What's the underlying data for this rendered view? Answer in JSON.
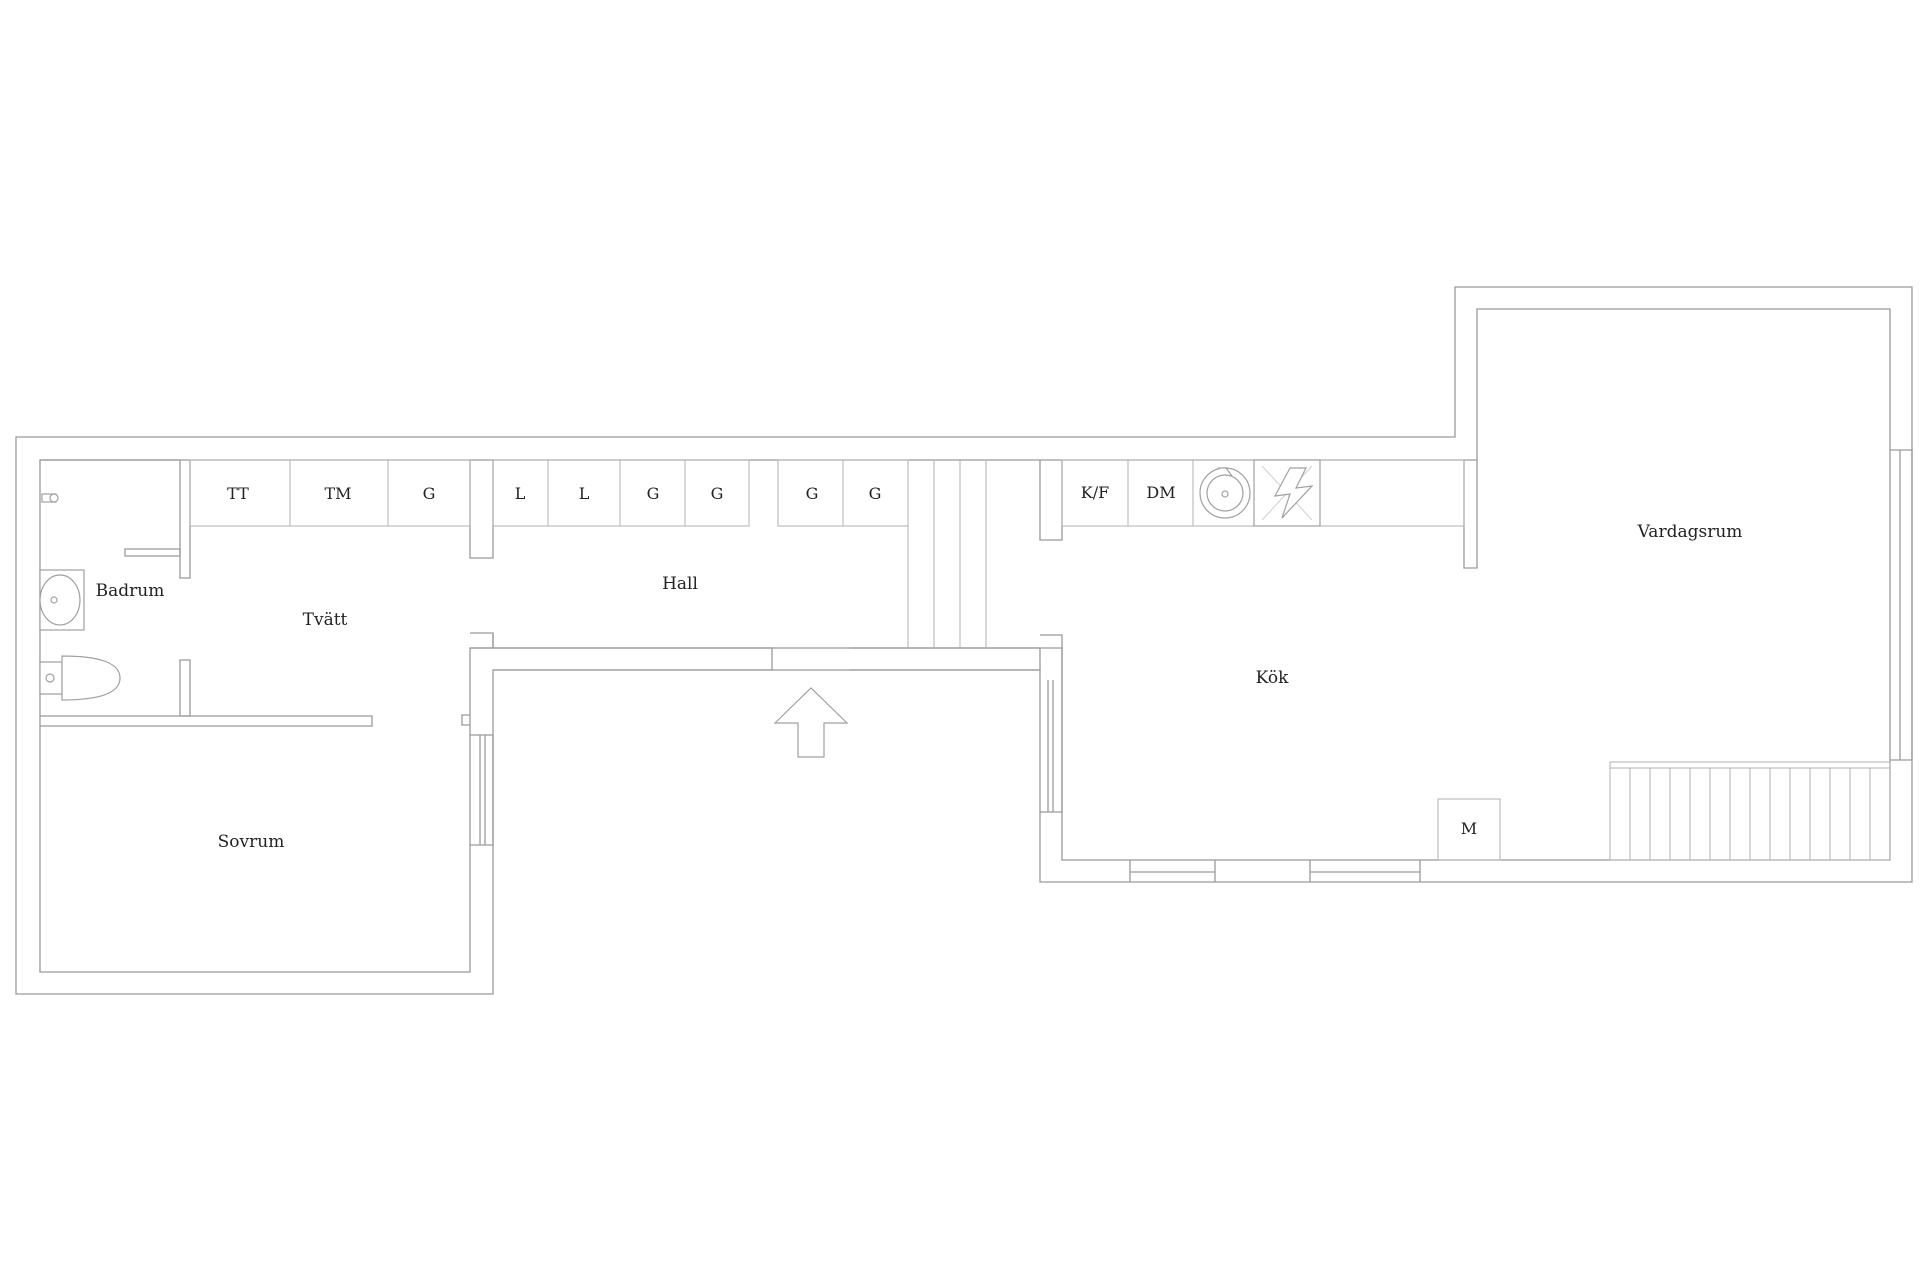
{
  "rooms": {
    "badrum": "Badrum",
    "tvatt": "Tvätt",
    "hall": "Hall",
    "sovrum": "Sovrum",
    "kok": "Kök",
    "vardagsrum": "Vardagsrum"
  },
  "cabinets": {
    "tt": "TT",
    "tm": "TM",
    "g1": "G",
    "l1": "L",
    "l2": "L",
    "g2": "G",
    "g3": "G",
    "g4": "G",
    "g5": "G",
    "kf": "K/F",
    "dm": "DM",
    "m": "M"
  },
  "icons": {
    "entrance": "entrance-arrow-icon",
    "stove": "stove-icon",
    "sink": "sink-icon",
    "washbasin": "washbasin-icon",
    "toilet": "toilet-icon",
    "tap": "tap-icon",
    "stairs": "stairs-icon"
  }
}
